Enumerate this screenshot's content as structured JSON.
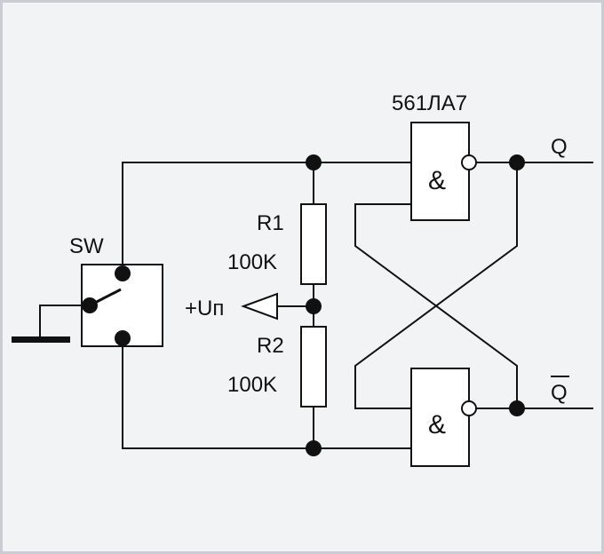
{
  "labels": {
    "chip": "561ЛА7",
    "q": "Q",
    "q_bar": "Q",
    "switch": "SW",
    "r1": "R1",
    "r1_value": "100K",
    "r2": "R2",
    "r2_value": "100K",
    "supply": "+Uп",
    "gate1": "&",
    "gate2": "&"
  },
  "colors": {
    "background": "#f2f3f5",
    "border": "#c9ccd1",
    "ink": "#111111"
  }
}
